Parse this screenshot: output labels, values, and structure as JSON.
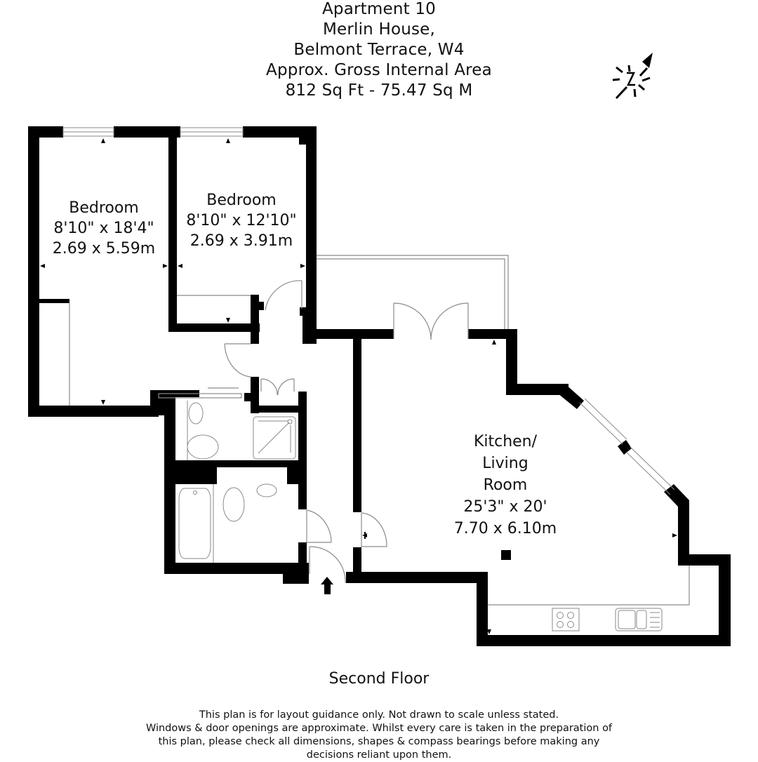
{
  "header": {
    "lines": [
      "Apartment 10",
      "Merlin House,",
      "Belmont Terrace, W4",
      "Approx. Gross Internal Area",
      "812 Sq Ft  -  75.47 Sq M"
    ]
  },
  "compass": {
    "icon": "north-arrow-icon",
    "letter": "N"
  },
  "rooms": [
    {
      "name": "Bedroom",
      "imperial": "8'10\" x 18'4\"",
      "metric": "2.69 x 5.59m"
    },
    {
      "name": "Bedroom",
      "imperial": "8'10\" x 12'10\"",
      "metric": "2.69 x 3.91m"
    },
    {
      "name_lines": [
        "Kitchen/",
        "Living",
        "Room"
      ],
      "imperial": "25'3\" x 20'",
      "metric": "7.70 x 6.10m"
    }
  ],
  "floor": {
    "label": "Second Floor"
  },
  "disclaimer": {
    "lines": [
      "This plan is for layout guidance only. Not drawn to scale unless stated.",
      "Windows & door openings are approximate. Whilst every care is taken in the preparation of",
      "this plan, please check all dimensions, shapes & compass bearings before making any",
      "decisions reliant upon them."
    ]
  },
  "colors": {
    "wall": "#000000",
    "fixture_line": "#8a8a8a",
    "background": "#ffffff"
  }
}
